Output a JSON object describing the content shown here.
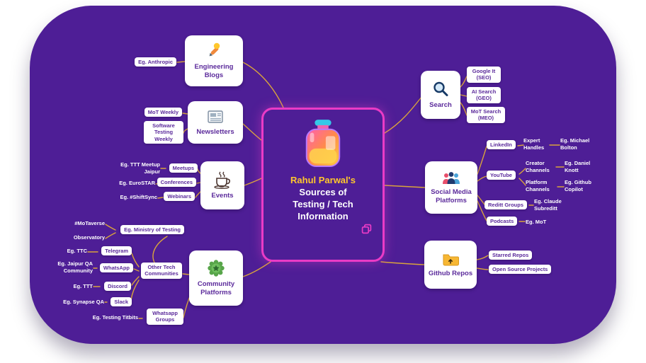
{
  "colors": {
    "background": "#4e1e96",
    "connector": "#d9a43c",
    "accent": "#ea3bc6",
    "title_yellow": "#ffc72c",
    "node_text": "#5b2a9b"
  },
  "center": {
    "name": "Rahul Parwal's",
    "subtitle": "Sources of Testing / Tech Information"
  },
  "nodes": {
    "engineering_blogs": "Engineering Blogs",
    "newsletters": "Newsletters",
    "events": "Events",
    "community_platforms": "Community Platforms",
    "search": "Search",
    "social_media": "Social Media Platforms",
    "github_repos": "Github Repos"
  },
  "pills": {
    "anthropic": "Eg. Anthropic",
    "mot_weekly": "MoT Weekly",
    "software_testing_weekly": "Software Testing Weekly",
    "meetups": "Meetups",
    "conferences": "Conferences",
    "webinars": "Webinars",
    "ministry_of_testing": "Eg. Ministry of Testing",
    "other_tech_communities": "Other Tech Communities",
    "telegram": "Telegram",
    "whatsapp": "WhatsApp",
    "discord": "Discord",
    "slack": "Slack",
    "whatsapp_groups": "Whatsapp Groups",
    "google_it": "Google It (SEO)",
    "ai_search": "AI Search (GEO)",
    "mot_search": "MoT Search (MEO)",
    "linkedin": "LinkedIn",
    "youtube": "YouTube",
    "reditt_groups": "Reditt Groups",
    "podcasts": "Podcasts",
    "starred_repos": "Starred Repos",
    "open_source_projects": "Open Source Projects"
  },
  "labels": {
    "ttt_meetup_jaipur": "Eg. TTT Meetup Jaipur",
    "eurostar": "Eg. EuroSTAR",
    "shiftsync": "Eg. #ShiftSync",
    "motaverse": "#MoTaverse",
    "observatory": "Observatory",
    "ttc": "Eg. TTC",
    "jaipur_qa": "Eg. Jaipur QA Community",
    "ttt": "Eg. TTT",
    "synapse_qa": "Eg. Synapse QA",
    "testing_titbits": "Eg. Testing Titbits",
    "expert_handles": "Expert Handles",
    "michael_bolton": "Eg. Michael Bolton",
    "creator_channels": "Creator Channels",
    "daniel_knott": "Eg. Daniel Knott",
    "platform_channels": "Platform Channels",
    "github_copilot": "Eg. Github Copilot",
    "claude_subreditt": "Eg. Claude Subreditt",
    "mot": "Eg. MoT"
  },
  "icons": {
    "center": "potion-flask",
    "center_action": "copy",
    "engineering_blogs": "pen",
    "newsletters": "newspaper",
    "events": "coffee-cup",
    "community_platforms": "verified-badge",
    "search": "magnifier",
    "social_media": "people-group",
    "github_repos": "folder"
  }
}
